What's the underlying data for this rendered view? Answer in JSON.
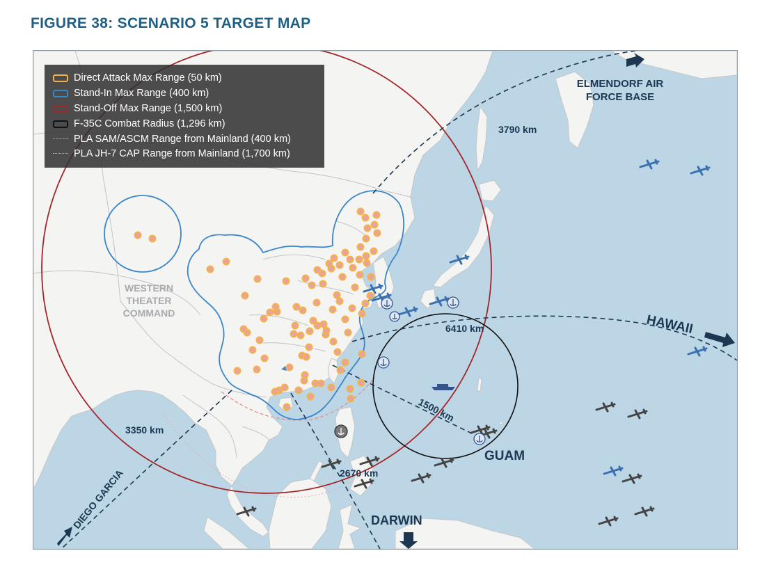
{
  "figure": {
    "title": "FIGURE 38: SCENARIO 5 TARGET MAP"
  },
  "legend": {
    "items": [
      {
        "label": "Direct Attack Max Range (50 km)",
        "color": "#f5b24a",
        "style": "box"
      },
      {
        "label": "Stand-In Max Range (400 km)",
        "color": "#3a86c8",
        "style": "box"
      },
      {
        "label": "Stand-Off Max Range (1,500 km)",
        "color": "#a3262a",
        "style": "box"
      },
      {
        "label": "F-35C Combat Radius (1,296 km)",
        "color": "#111111",
        "style": "box"
      },
      {
        "label": "PLA SAM/ASCM Range from Mainland (400 km)",
        "color": "#e58a84",
        "style": "dash"
      },
      {
        "label": "PLA JH-7 CAP Range from Mainland (1,700 km)",
        "color": "#e3b3b3",
        "style": "dot"
      }
    ]
  },
  "labels": {
    "elmendorf": [
      "ELMENDORF AIR",
      "FORCE BASE"
    ],
    "hawaii": "HAWAII",
    "guam": "GUAM",
    "darwin": "DARWIN",
    "diego_garcia": "DIEGO GARCIA",
    "western_theater": [
      "WESTERN",
      "THEATER",
      "COMMAND"
    ]
  },
  "distances": {
    "elmendorf": "3790 km",
    "hawaii": "6410 km",
    "guam": "1500 km",
    "diego_garcia": "3350 km",
    "darwin": "2670 km"
  },
  "colors": {
    "ocean": "#bcd6e5",
    "land": "#f4f4f3",
    "border": "#b9bcbe",
    "title": "#1f5f86",
    "route": "#1d3651"
  }
}
